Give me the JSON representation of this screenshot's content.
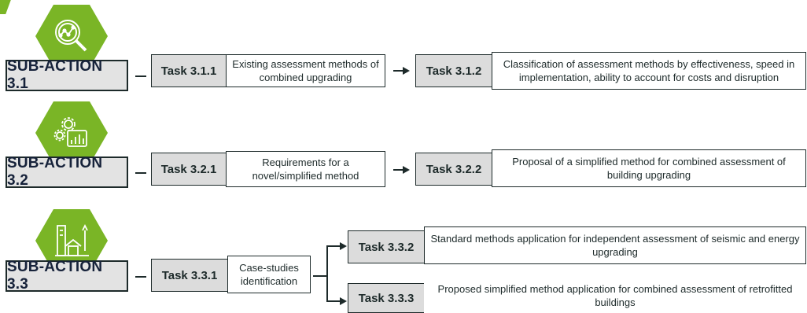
{
  "colors": {
    "accent": "#7ab526",
    "box_fill": "#dcdcdc",
    "border": "#1d2a2a"
  },
  "sub_actions": [
    {
      "label": "SUB-ACTION 3.1",
      "icon": "magnifier-chart-icon",
      "tasks": [
        {
          "id": "Task 3.1.1",
          "text": "Existing assessment methods of combined upgrading"
        },
        {
          "id": "Task 3.1.2",
          "text": "Classification of assessment methods by effectiveness, speed in implementation, ability to account for costs and disruption"
        }
      ]
    },
    {
      "label": "SUB-ACTION 3.2",
      "icon": "gears-chart-icon",
      "tasks": [
        {
          "id": "Task 3.2.1",
          "text": "Requirements for a novel/simplified method"
        },
        {
          "id": "Task 3.2.2",
          "text": "Proposal of a simplified method for combined assessment of building upgrading"
        }
      ]
    },
    {
      "label": "SUB-ACTION 3.3",
      "icon": "buildings-pencil-icon",
      "tasks": [
        {
          "id": "Task 3.3.1",
          "text": "Case-studies identification"
        },
        {
          "id": "Task 3.3.2",
          "text": "Standard methods application for independent assessment of seismic and energy upgrading"
        },
        {
          "id": "Task 3.3.3",
          "text": "Proposed simplified method application for combined assessment of retrofitted buildings"
        }
      ]
    }
  ]
}
